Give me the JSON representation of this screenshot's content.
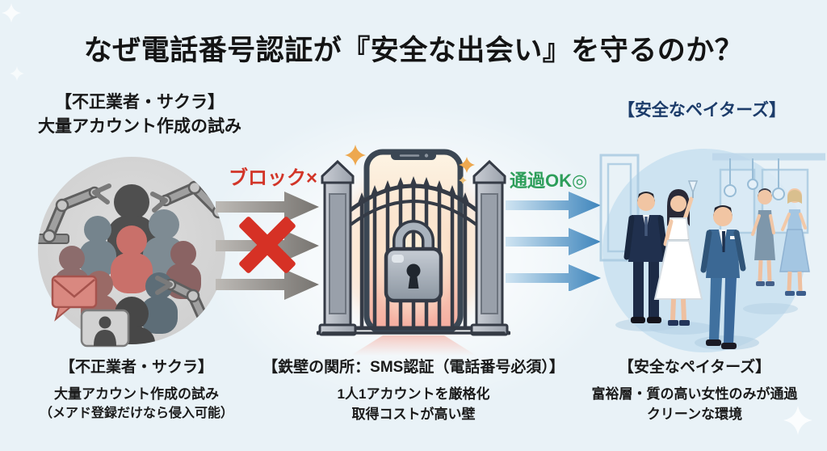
{
  "title": "なぜ電話番号認証が『安全な出会い』を守るのか？",
  "left": {
    "header_line1": "【不正業者・サクラ】",
    "header_line2": "大量アカウント作成の試み",
    "caption": {
      "title": "【不正業者・サクラ】",
      "line1": "大量アカウント作成の試み",
      "line2": "（メアド登録だけなら侵入可能）"
    }
  },
  "center": {
    "block_label": "ブロック×",
    "pass_label": "通過OK◎",
    "caption": {
      "title": "【鉄壁の関所：SMS認証（電話番号必須）】",
      "line1": "1人1アカウントを厳格化",
      "line2": "取得コストが高い壁"
    }
  },
  "right": {
    "header": "【安全なペイターズ】",
    "caption": {
      "title": "【安全なペイターズ】",
      "line1": "富裕層・質の高い女性のみが通過",
      "line2": "クリーンな環境"
    }
  },
  "colors": {
    "background": "#e9f2f7",
    "title_text": "#141414",
    "block_red": "#d23528",
    "pass_green": "#2d9e5a",
    "header_blue": "#1c3c6a",
    "caption_text": "#1a1a1a",
    "crowd_circle": "#d6d6d6",
    "party_circle": "#cde3f1"
  },
  "icons": {
    "robot_arm": "robot-arm-icon",
    "crowd": "crowd-silhouettes",
    "envelope": "spam-envelope-icon",
    "profile_card": "fake-profile-card-icon",
    "smartphone": "smartphone-outline",
    "gate": "iron-gate",
    "padlock": "padlock-icon",
    "cross": "red-cross-mark",
    "arrows_blocked": "gray-right-arrows",
    "arrows_pass": "blue-right-arrows",
    "sparkle": "four-point-star"
  }
}
